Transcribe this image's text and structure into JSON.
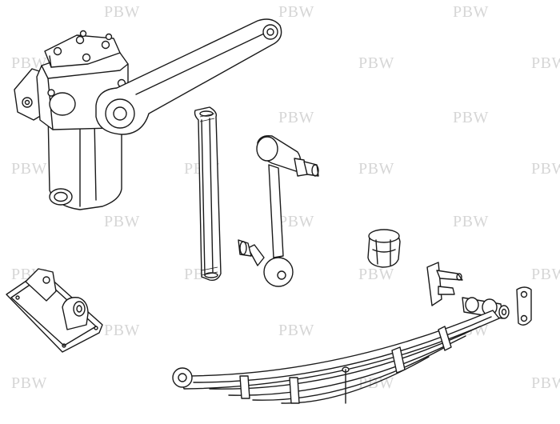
{
  "watermark": {
    "text": "PBW"
  },
  "parts": [
    {
      "id": "steering-box",
      "icon": "steering-box-icon"
    },
    {
      "id": "drop-arm",
      "icon": "drop-arm-icon"
    },
    {
      "id": "drag-link",
      "icon": "drag-link-icon"
    },
    {
      "id": "stabiliser-link",
      "icon": "stabiliser-link-icon"
    },
    {
      "id": "rubber-bump-stop",
      "icon": "bump-stop-icon"
    },
    {
      "id": "mounting-bracket",
      "icon": "bracket-icon"
    },
    {
      "id": "shackle-assembly",
      "icon": "shackle-icon"
    },
    {
      "id": "leaf-spring",
      "icon": "leaf-spring-icon"
    }
  ]
}
